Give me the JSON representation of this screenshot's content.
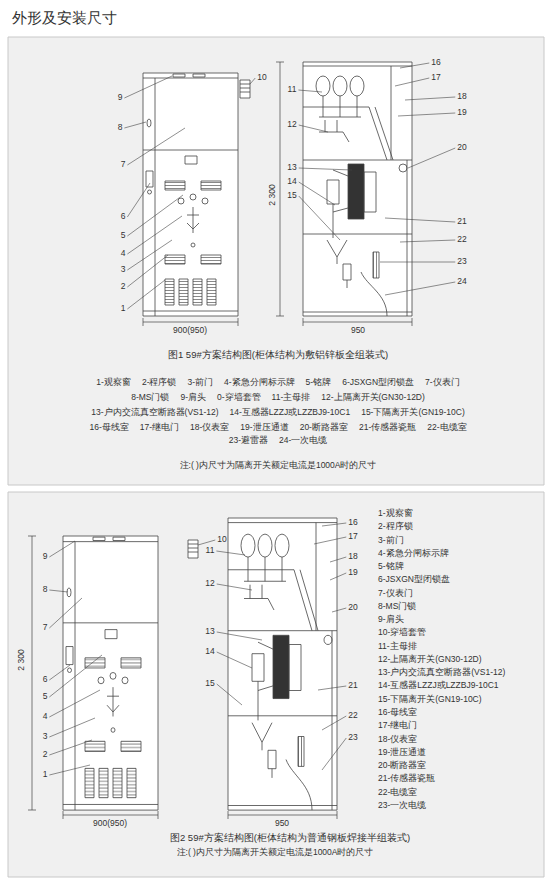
{
  "diagram": {
    "title": "外形及安装尺寸",
    "labels": [
      "9",
      "8",
      "7",
      "6",
      "5",
      "4",
      "3",
      "2",
      "1",
      "10",
      "900(950)",
      "2 300",
      "16",
      "17",
      "11",
      "18",
      "19",
      "12",
      "20",
      "13",
      "14",
      "15",
      "21",
      "22",
      "23",
      "24",
      "950",
      "图1 59#方案结构图(柜体结构为敷铝锌板全组装式)",
      "1-观察窗",
      "2-程序锁",
      "3-前门",
      "4-紧急分闸标示牌",
      "5-铭牌",
      "6-JSXGN型闭锁盘",
      "7-仪表门",
      "8-MS门锁",
      "9-肩头",
      "0-穿墙套管",
      "11-主母排",
      "12-上隔离开关(GN30-12D)",
      "13-户内交流真空断路器(VS1-12)",
      "14-互感器LZZJ或LZZBJ9-10C1",
      "15-下隔离开关(GN19-10C)",
      "16-母线室",
      "17-继电门",
      "18-仪表室",
      "19-泄压通道",
      "20-断路器室",
      "21-传感器瓷瓶",
      "22-电缆室",
      "23-避雷器",
      "24-一次电缆",
      "注:( )内尺寸为隔离开关额定电流是1000A时的尺寸",
      "9",
      "8",
      "7",
      "6",
      "5",
      "4",
      "3",
      "2",
      "1",
      "10",
      "2 300",
      "900(950)",
      "16",
      "17",
      "11",
      "18",
      "19",
      "12",
      "20",
      "13",
      "14",
      "15",
      "21",
      "22",
      "23",
      "950",
      "1-观察窗",
      "2-程序锁",
      "3-前门",
      "4-紧急分闸标示牌",
      "5-铭牌",
      "6-JSXGN型闭锁盘",
      "7-仪表门",
      "8-MS门锁",
      "9-肩头",
      "10-穿墙套管",
      "11-主母排",
      "12-上隔离开关(GN30-12D)",
      "13-户内交流真空断路器(VS1-12)",
      "14-互感器LZZJ或LZZBJ9-10C1",
      "15-下隔离开关(GN19-10C)",
      "16-母线室",
      "17-继电门",
      "18-仪表室",
      "19-泄压通道",
      "20-断路器室",
      "21-传感器瓷瓶",
      "22-电缆室",
      "23-一次电缆",
      "图2 59#方案结构图(柜体结构为普通钢板焊接半组装式)",
      "注:( )内尺寸为隔离开关额定电流是1000A时的尺寸"
    ]
  }
}
